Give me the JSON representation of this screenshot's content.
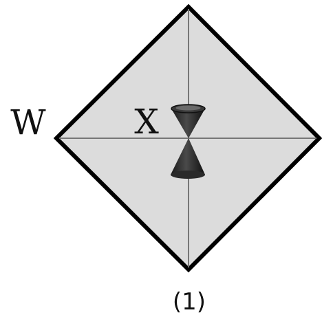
{
  "labels": {
    "left": "W",
    "center": "X",
    "caption": "(1)"
  },
  "colors": {
    "fill": "#dcdcdc",
    "outline": "#000000",
    "axis": "#777777",
    "cone_dark": "#2a2a2a",
    "cone_mid": "#555555"
  }
}
